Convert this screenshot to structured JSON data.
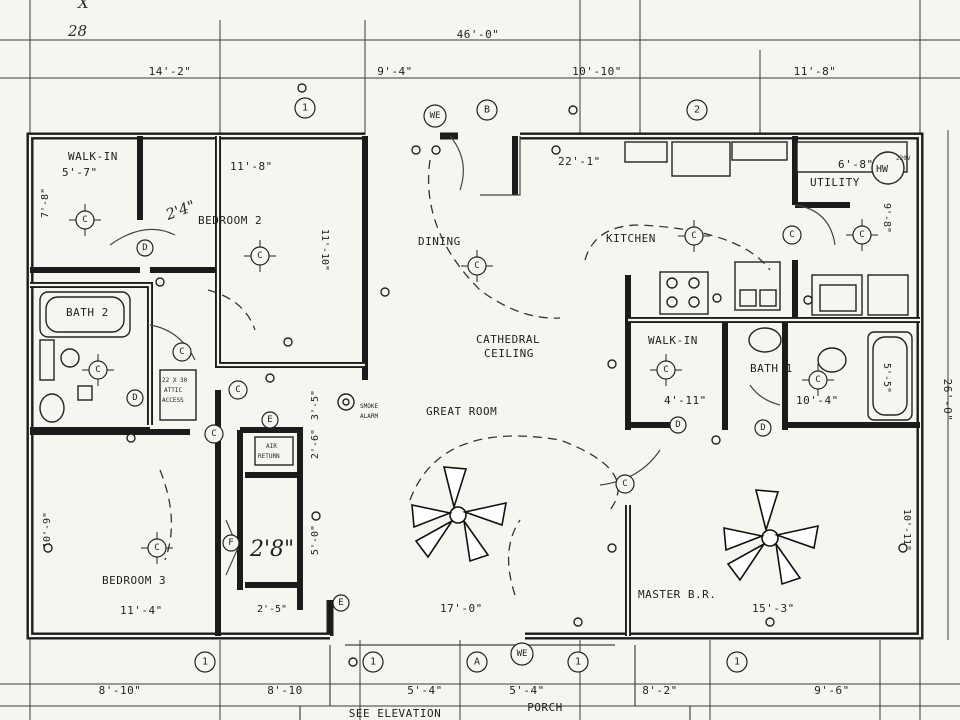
{
  "annotations": {
    "corner_mark": "X",
    "corner_number": "28",
    "stair_note": "2'8\""
  },
  "dimensions": {
    "overall_width": "46'-0\"",
    "top_segments": [
      "14'-2\"",
      "9'-4\"",
      "10'-10\"",
      "11'-8\""
    ],
    "bottom_segments": [
      "8'-10\"",
      "8'-10",
      "5'-4\"",
      "5'-4\"",
      "8'-2\"",
      "9'-6\""
    ],
    "right_depth": "26'-0\""
  },
  "rooms": [
    {
      "key": "walk-in-1",
      "name": "WALK-IN",
      "size": "5'-7\"",
      "depth": "7'-8\""
    },
    {
      "key": "bedroom-2",
      "name": "BEDROOM 2",
      "size": "11'-8\"",
      "depth": "11'-10\""
    },
    {
      "key": "dining",
      "name": "DINING",
      "size": "22'-1\""
    },
    {
      "key": "kitchen",
      "name": "KITCHEN"
    },
    {
      "key": "utility",
      "name": "UTILITY",
      "size": "6'-8\"",
      "depth": "9'-8\""
    },
    {
      "key": "bath-2",
      "name": "BATH 2"
    },
    {
      "key": "cathedral",
      "name": "CATHEDRAL",
      "name2": "CEILING"
    },
    {
      "key": "great-room",
      "name": "GREAT ROOM",
      "size": "17'-0\""
    },
    {
      "key": "walk-in-2",
      "name": "WALK-IN",
      "size": "4'-11\""
    },
    {
      "key": "bath-1",
      "name": "BATH 1",
      "size": "10'-4\"",
      "depth": "5'-5\""
    },
    {
      "key": "bedroom-3",
      "name": "BEDROOM 3",
      "size": "11'-4\"",
      "depth": "10'-9\""
    },
    {
      "key": "master",
      "name": "MASTER B.R.",
      "size": "15'-3\"",
      "depth": "10'-11\""
    }
  ],
  "small_labels": {
    "attic": "22 X 30",
    "attic2": "ATTIC",
    "attic3": "ACCESS",
    "air": "AIR",
    "return": "RETURN",
    "smoke": "SMOKE",
    "alarm": "ALARM",
    "closet_dims": [
      "2'-6\"",
      "3'-5\"",
      "2'-5\"",
      "5'-0\""
    ],
    "water_heater": "HW",
    "amp": "220V",
    "handwritten": "2'4\""
  },
  "grid_bubbles": {
    "top": [
      "1",
      "B",
      "2"
    ],
    "bottom": [
      "1",
      "1",
      "A",
      "1",
      "1"
    ]
  },
  "fixtures": {
    "circle_symbols": [
      "C",
      "C",
      "C",
      "C",
      "C",
      "C",
      "C",
      "C",
      "C",
      "C",
      "C",
      "C",
      "C",
      "C"
    ],
    "door_symbol": "D",
    "exterior_symbol": "E",
    "fan_symbol": "F",
    "weatherproof": "WE"
  },
  "footer": {
    "see_elevation": "SEE ELEVATION",
    "porch": "PORCH"
  }
}
